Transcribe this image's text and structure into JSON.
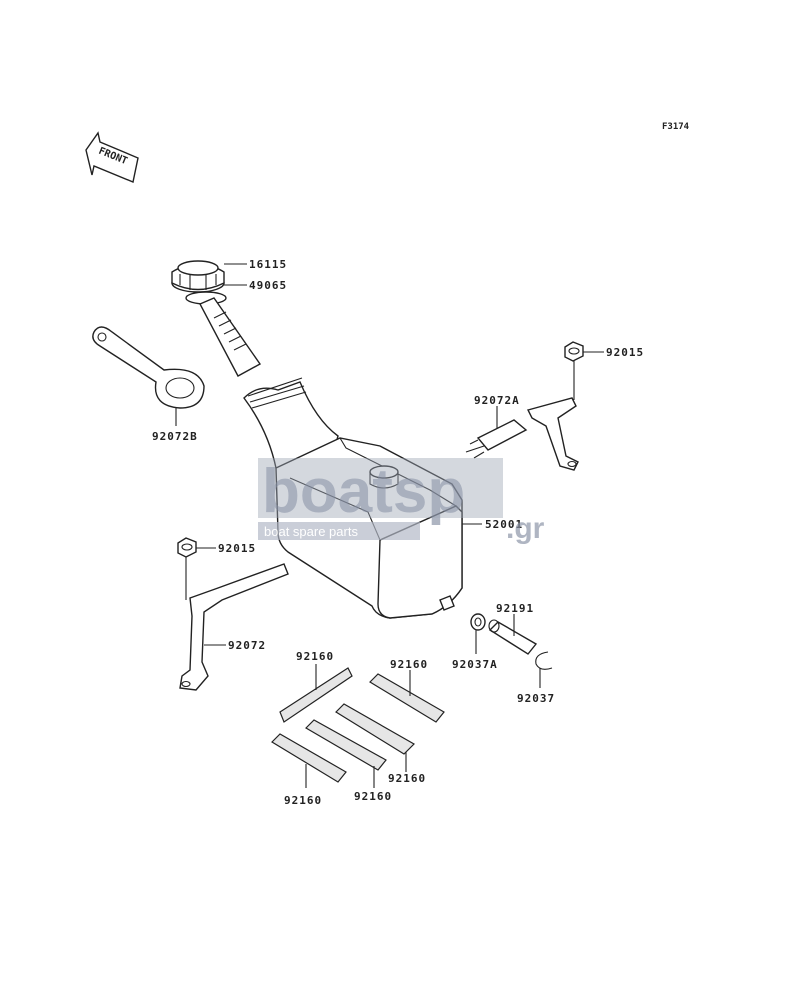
{
  "figure_id": "F3174",
  "front_label": "FRONT",
  "watermark": {
    "brand": "boatsp",
    "suffix": ".gr",
    "tagline": "boat spare parts"
  },
  "parts": {
    "p16115": "16115",
    "p49065": "49065",
    "p92072B": "92072B",
    "p92015_top": "92015",
    "p92072A": "92072A",
    "p52001": "52001",
    "p92015_left": "92015",
    "p92072": "92072",
    "p92191": "92191",
    "p92037A": "92037A",
    "p92037": "92037",
    "p92160_a": "92160",
    "p92160_b": "92160",
    "p92160_c": "92160",
    "p92160_d": "92160",
    "p92160_e": "92160"
  }
}
